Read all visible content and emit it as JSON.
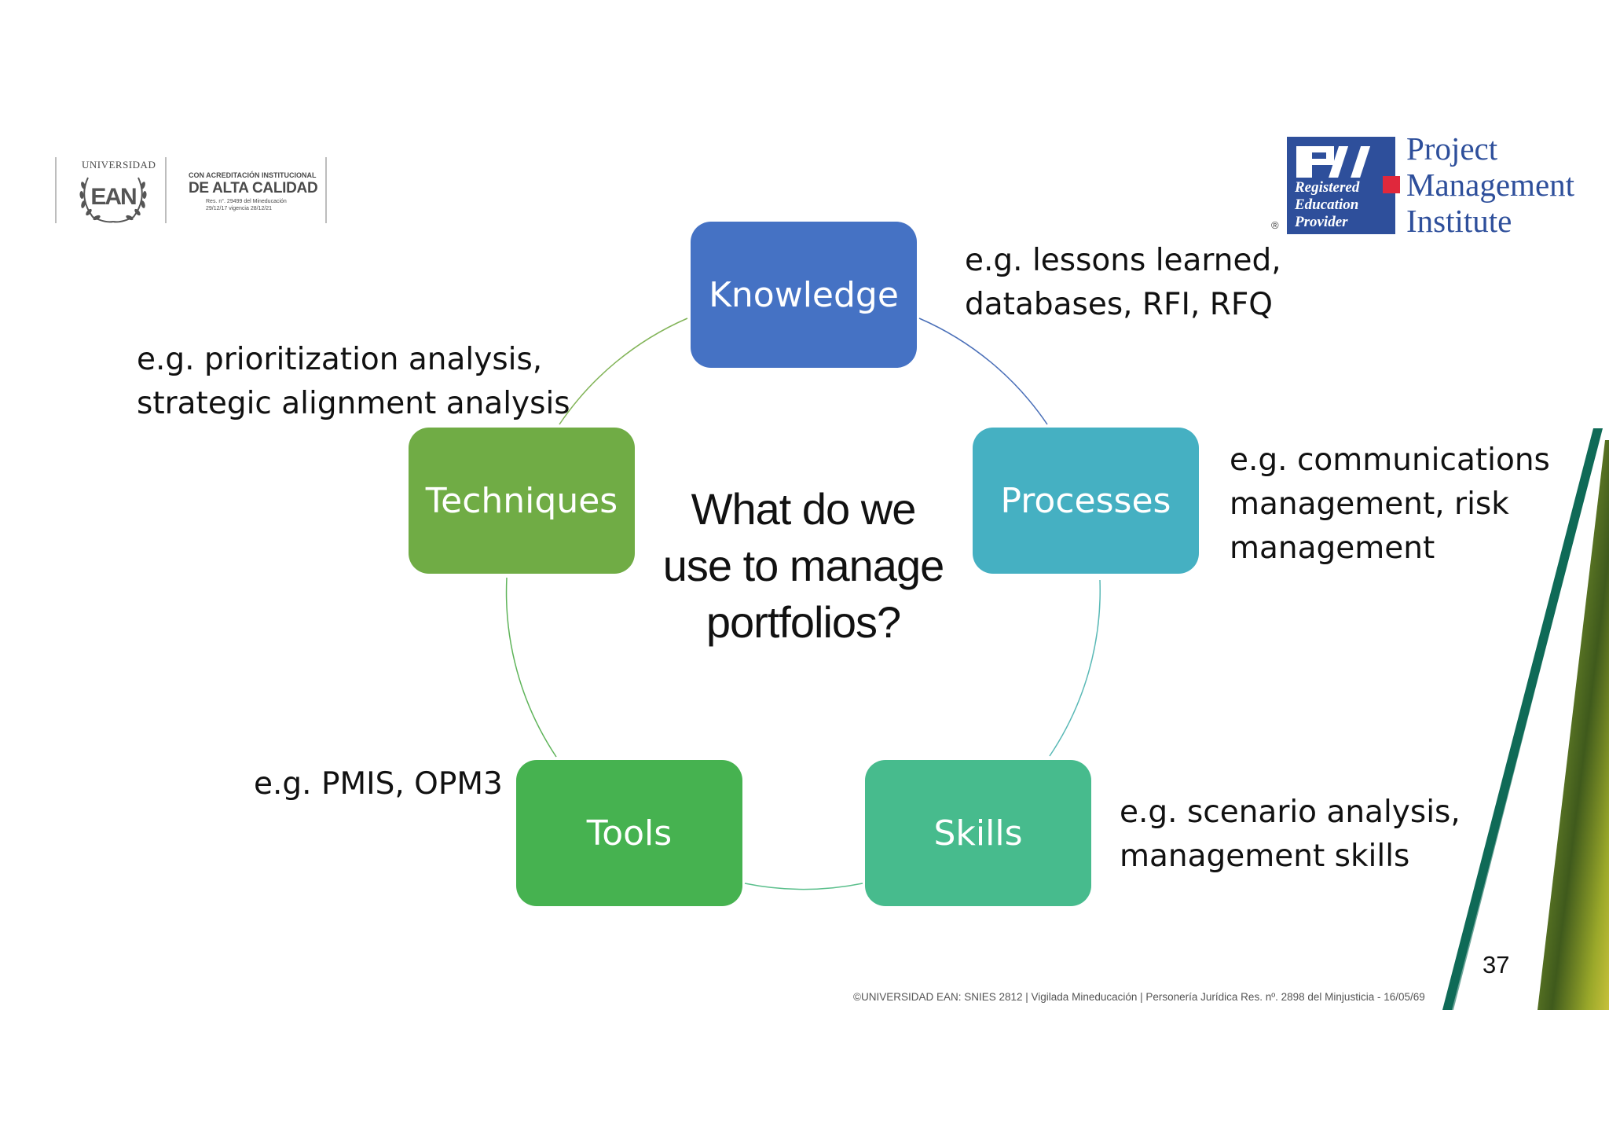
{
  "logos": {
    "ean": {
      "university_label": "UNIVERSIDAD",
      "wordmark": "EAN",
      "accreditation_line1": "CON ACREDITACIÓN INSTITUCIONAL",
      "accreditation_line2": "DE ALTA CALIDAD",
      "accreditation_line3": "Res. n°. 29499 del Mineducación",
      "accreditation_line4": "29/12/17 vigencia 28/12/21"
    },
    "pmi": {
      "line1": "Project",
      "line2": "Management",
      "line3": "Institute",
      "badge_line1": "Registered",
      "badge_line2": "Education",
      "badge_line3": "Provider",
      "registered_mark": "®",
      "brand_color": "#2e4f9b",
      "accent_color": "#e0283c"
    }
  },
  "diagram": {
    "center": {
      "line1": "What do we",
      "line2": "use to manage",
      "line3": "portfolios?"
    },
    "nodes": {
      "knowledge": {
        "label": "Knowledge",
        "color": "#4572c4"
      },
      "processes": {
        "label": "Processes",
        "color": "#45b0c2"
      },
      "skills": {
        "label": "Skills",
        "color": "#47bb8d"
      },
      "tools": {
        "label": "Tools",
        "color": "#46b250"
      },
      "techniques": {
        "label": "Techniques",
        "color": "#70ac45"
      }
    },
    "annotations": {
      "knowledge": {
        "line1": "e.g. lessons learned,",
        "line2": "databases, RFI, RFQ"
      },
      "techniques": {
        "line1": "e.g. prioritization analysis,",
        "line2": "strategic alignment analysis"
      },
      "processes": {
        "line1": "e.g. communications",
        "line2": "management, risk",
        "line3": "management"
      },
      "tools": {
        "line1": "e.g. PMIS, OPM3"
      },
      "skills": {
        "line1": "e.g. scenario analysis,",
        "line2": "management skills"
      }
    }
  },
  "slide": {
    "page_number": "37",
    "footer": "©UNIVERSIDAD EAN: SNIES 2812 | Vigilada Mineducación | Personería Jurídica Res. nº. 2898 del Minjusticia - 16/05/69"
  }
}
